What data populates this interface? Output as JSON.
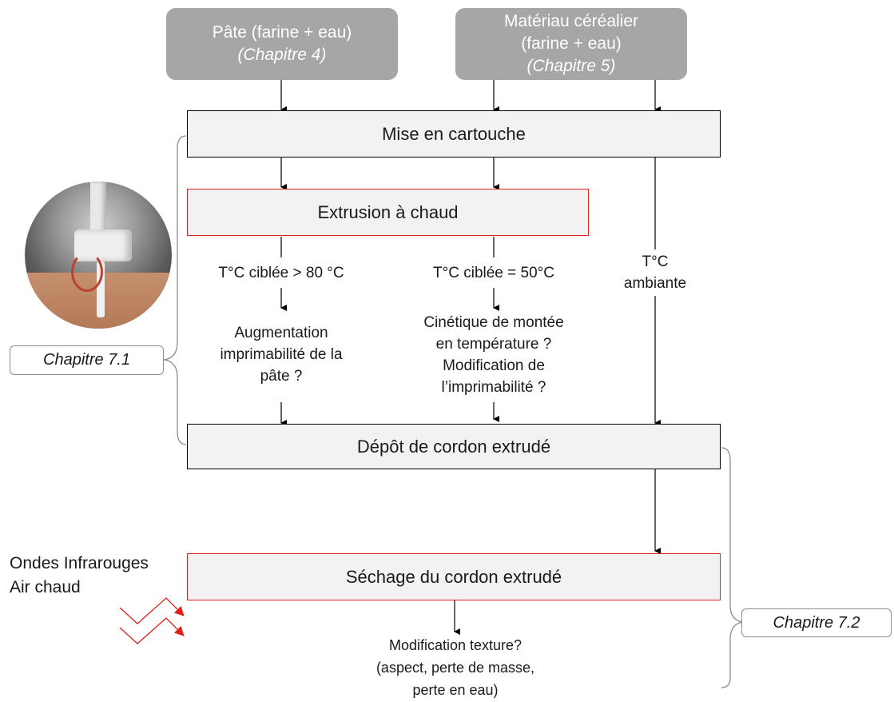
{
  "inputs": {
    "pate": {
      "line1": "Pâte (farine + eau)",
      "line2": "(Chapitre 4)"
    },
    "cereal": {
      "line1": "Matériau céréalier",
      "line2": "(farine + eau)",
      "line3": "(Chapitre 5)"
    }
  },
  "steps": {
    "cartouche": "Mise en cartouche",
    "extrusion": "Extrusion à chaud",
    "depot": "Dépôt de cordon extrudé",
    "sechage": "Séchage du cordon extrudé"
  },
  "branches": {
    "b1_temp": "T°C ciblée > 80 °C",
    "b1_q1": "Augmentation",
    "b1_q2": "imprimabilité de la",
    "b1_q3": "pâte ?",
    "b2_temp": "T°C ciblée = 50°C",
    "b2_q1": "Cinétique de montée",
    "b2_q2": "en température ?",
    "b2_q3": "Modification de",
    "b2_q4": "l’imprimabilité ?",
    "b3_l1": "T°C",
    "b3_l2": "ambiante"
  },
  "output": {
    "l1": "Modification texture?",
    "l2": "(aspect, perte de masse,",
    "l3": "perte en eau)"
  },
  "chapters": {
    "c71": "Chapitre 7.1",
    "c72": "Chapitre 7.2"
  },
  "drying_sources": {
    "l1": "Ondes Infrarouges",
    "l2": "Air chaud"
  },
  "colors": {
    "red": "#e0201a",
    "grey_box": "#a6a6a6",
    "step_bg": "#f2f2f2"
  }
}
